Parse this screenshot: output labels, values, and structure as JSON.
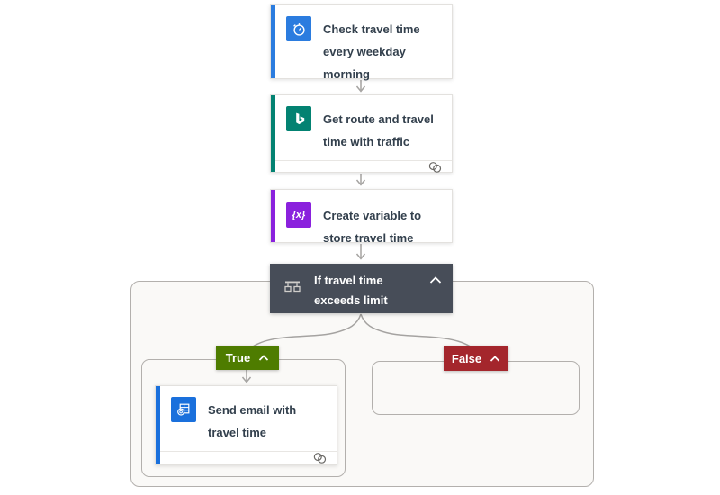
{
  "colors": {
    "trigger_blue": "#2b7cdf",
    "bing_teal": "#038272",
    "variable_purple": "#8a21dd",
    "condition_gray": "#474d58",
    "true_green": "#4e7c00",
    "false_red": "#a4262c",
    "connector_gray": "#a5a3a1"
  },
  "nodes": {
    "trigger": {
      "title": "Check travel time every weekday morning",
      "icon": "alarm-clock-icon"
    },
    "get_route": {
      "title": "Get route and travel time with traffic",
      "icon": "bing-maps-icon"
    },
    "create_variable": {
      "title": "Create variable to store travel time",
      "icon": "variable-icon",
      "variable_glyph": "{x}"
    },
    "condition": {
      "title": "If travel time exceeds limit",
      "icon": "condition-icon"
    },
    "send_email": {
      "title": "Send email with travel time",
      "icon": "outlook-icon"
    }
  },
  "branches": {
    "true_branch": {
      "label": "True"
    },
    "false_branch": {
      "label": "False"
    }
  }
}
